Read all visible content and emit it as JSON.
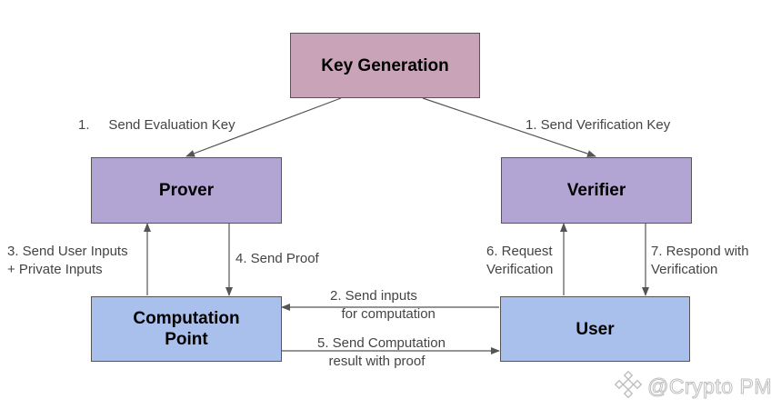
{
  "nodes": {
    "key_generation": {
      "label": "Key Generation",
      "color": "#c9a3b8"
    },
    "prover": {
      "label": "Prover",
      "color": "#b3a5d3"
    },
    "verifier": {
      "label": "Verifier",
      "color": "#b3a5d3"
    },
    "computation_point": {
      "label": "Computation\nPoint",
      "color": "#a9c0ec"
    },
    "user": {
      "label": "User",
      "color": "#a9c0ec"
    }
  },
  "edges": {
    "send_evaluation_key": "1.     Send Evaluation Key",
    "send_verification_key": "1. Send Verification Key",
    "send_user_inputs": "3. Send User Inputs\n+ Private Inputs",
    "send_proof": "4. Send Proof",
    "request_verification": "6. Request\nVerification",
    "respond_with_verification": "7. Respond with\nVerification",
    "send_inputs_for_computation": "2. Send inputs\n   for computation",
    "send_computation_result": "5. Send Computation\n   result with proof"
  },
  "watermark": {
    "text": "@Crypto PM",
    "icon": "binance-logo-icon"
  },
  "colors": {
    "edge": "#555555"
  }
}
